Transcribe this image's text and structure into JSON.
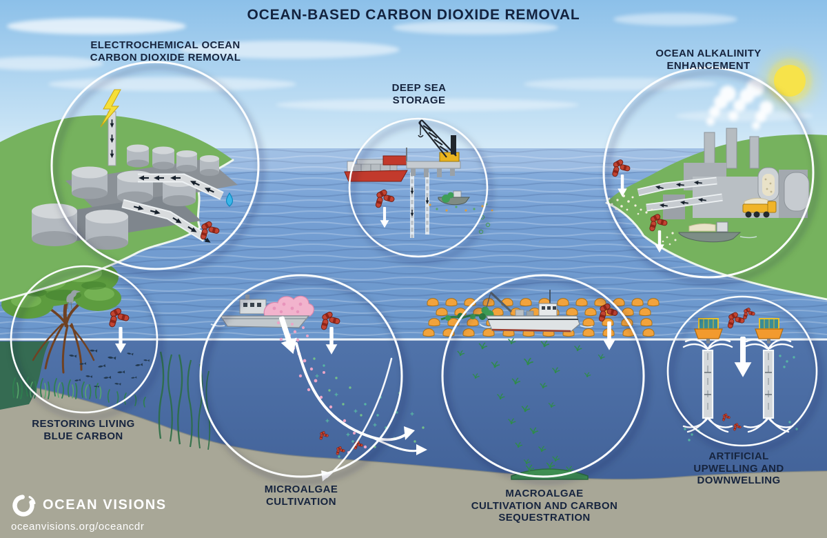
{
  "title": "OCEAN-BASED CARBON DIOXIDE REMOVAL",
  "techniques": [
    {
      "id": "electrochemical-ocean-cdr",
      "lines": [
        "ELECTROCHEMICAL OCEAN",
        "CARBON DIOXIDE REMOVAL"
      ]
    },
    {
      "id": "deep-sea-storage",
      "lines": [
        "DEEP SEA",
        "STORAGE"
      ]
    },
    {
      "id": "ocean-alkalinity-enhancement",
      "lines": [
        "OCEAN ALKALINITY",
        "ENHANCEMENT"
      ]
    },
    {
      "id": "restoring-living-blue-carbon",
      "lines": [
        "RESTORING LIVING",
        "BLUE CARBON"
      ]
    },
    {
      "id": "microalgae-cultivation",
      "lines": [
        "MICROALGAE",
        "CULTIVATION"
      ]
    },
    {
      "id": "macroalgae-cultivation-and-carbon-sequestration",
      "lines": [
        "MACROALGAE",
        "CULTIVATION AND CARBON",
        "SEQUESTRATION"
      ]
    },
    {
      "id": "artificial-upwelling-and-downwelling",
      "lines": [
        "ARTIFICIAL",
        "UPWELLING AND",
        "DOWNWELLING"
      ]
    }
  ],
  "footer": {
    "brand": "OCEAN VISIONS",
    "url": "oceanvisions.org/oceancdr"
  },
  "colors": {
    "sky": "#8cc0e9",
    "ocean_surface": "#7aa6d8",
    "ocean_deep": "#4a6ca4",
    "seabed": "#a8a797",
    "land_green": "#76b25e",
    "label_text": "#16243e",
    "co2_red": "#c24432",
    "buoy_orange": "#f2a33c",
    "algae_pink": "#f0aecb",
    "seaweed_green": "#3f9e58",
    "sun_yellow": "#f7e34a"
  }
}
